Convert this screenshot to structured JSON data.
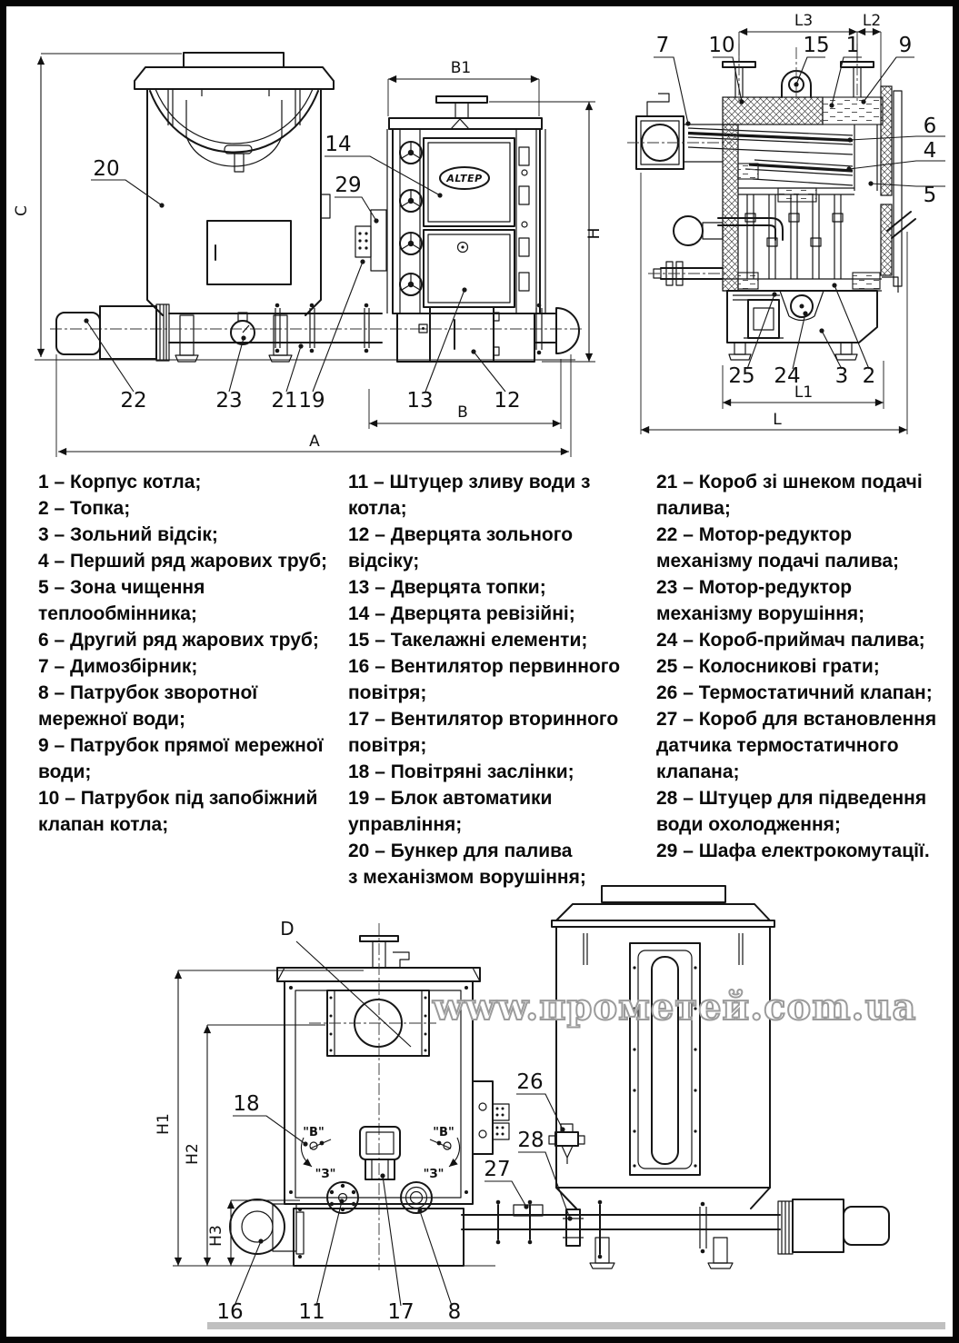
{
  "watermark": "www.прометей.com.ua",
  "logo": "ALTEP",
  "dims": {
    "C": "C",
    "A": "A",
    "B1": "B1",
    "H": "H",
    "B": "B",
    "L3": "L3",
    "L2": "L2",
    "L1": "L1",
    "L": "L",
    "H1": "H1",
    "H2": "H2",
    "H3": "H3",
    "D": "D"
  },
  "damper": {
    "open": "\"В\"",
    "closed": "\"З\""
  },
  "callouts": {
    "c1": "1",
    "c2": "2",
    "c3": "3",
    "c4": "4",
    "c5": "5",
    "c6": "6",
    "c7": "7",
    "c8": "8",
    "c9": "9",
    "c10": "10",
    "c11": "11",
    "c12": "12",
    "c13": "13",
    "c14": "14",
    "c15": "15",
    "c16": "16",
    "c17": "17",
    "c18": "18",
    "c19": "19",
    "c20": "20",
    "c21": "21",
    "c22": "22",
    "c23": "23",
    "c24": "24",
    "c25": "25",
    "c26": "26",
    "c27": "27",
    "c28": "28",
    "c29": "29"
  },
  "legend": {
    "col1": [
      "1 – Корпус котла;",
      "2 – Топка;",
      "3 – Зольний відсік;",
      "4 – Перший ряд жарових труб;",
      "5 – Зона чищення\nтеплообмінника;",
      "6 – Другий ряд жарових труб;",
      "7 – Димозбірник;",
      "8 – Патрубок зворотної\nмережної води;",
      "9 – Патрубок прямої мережної\nводи;",
      "10 – Патрубок під запобіжний\nклапан котла;"
    ],
    "col2": [
      "11 – Штуцер зливу води з\nкотла;",
      "12 – Дверцята зольного\nвідсіку;",
      "13 – Дверцята топки;",
      "14 – Дверцята ревізійні;",
      "15 – Такелажні елементи;",
      "16 – Вентилятор первинного\nповітря;",
      "17 – Вентилятор вторинного\nповітря;",
      "18 – Повітряні заслінки;",
      "19 – Блок автоматики\nуправління;",
      "20 – Бункер для палива\nз механізмом ворушіння;"
    ],
    "col3": [
      "21 – Короб зі шнеком подачі\nпалива;",
      "22 – Мотор-редуктор\nмеханізму подачі палива;",
      "23 – Мотор-редуктор\nмеханізму ворушіння;",
      "24 – Короб-приймач палива;",
      "25 – Колосникові грати;",
      "26 – Термостатичний клапан;",
      "27 – Короб для встановлення\nдатчика термостатичного\nклапана;",
      "28 – Штуцер для підведення\nводи охолодження;",
      "29 – Шафа електрокомутації."
    ]
  }
}
